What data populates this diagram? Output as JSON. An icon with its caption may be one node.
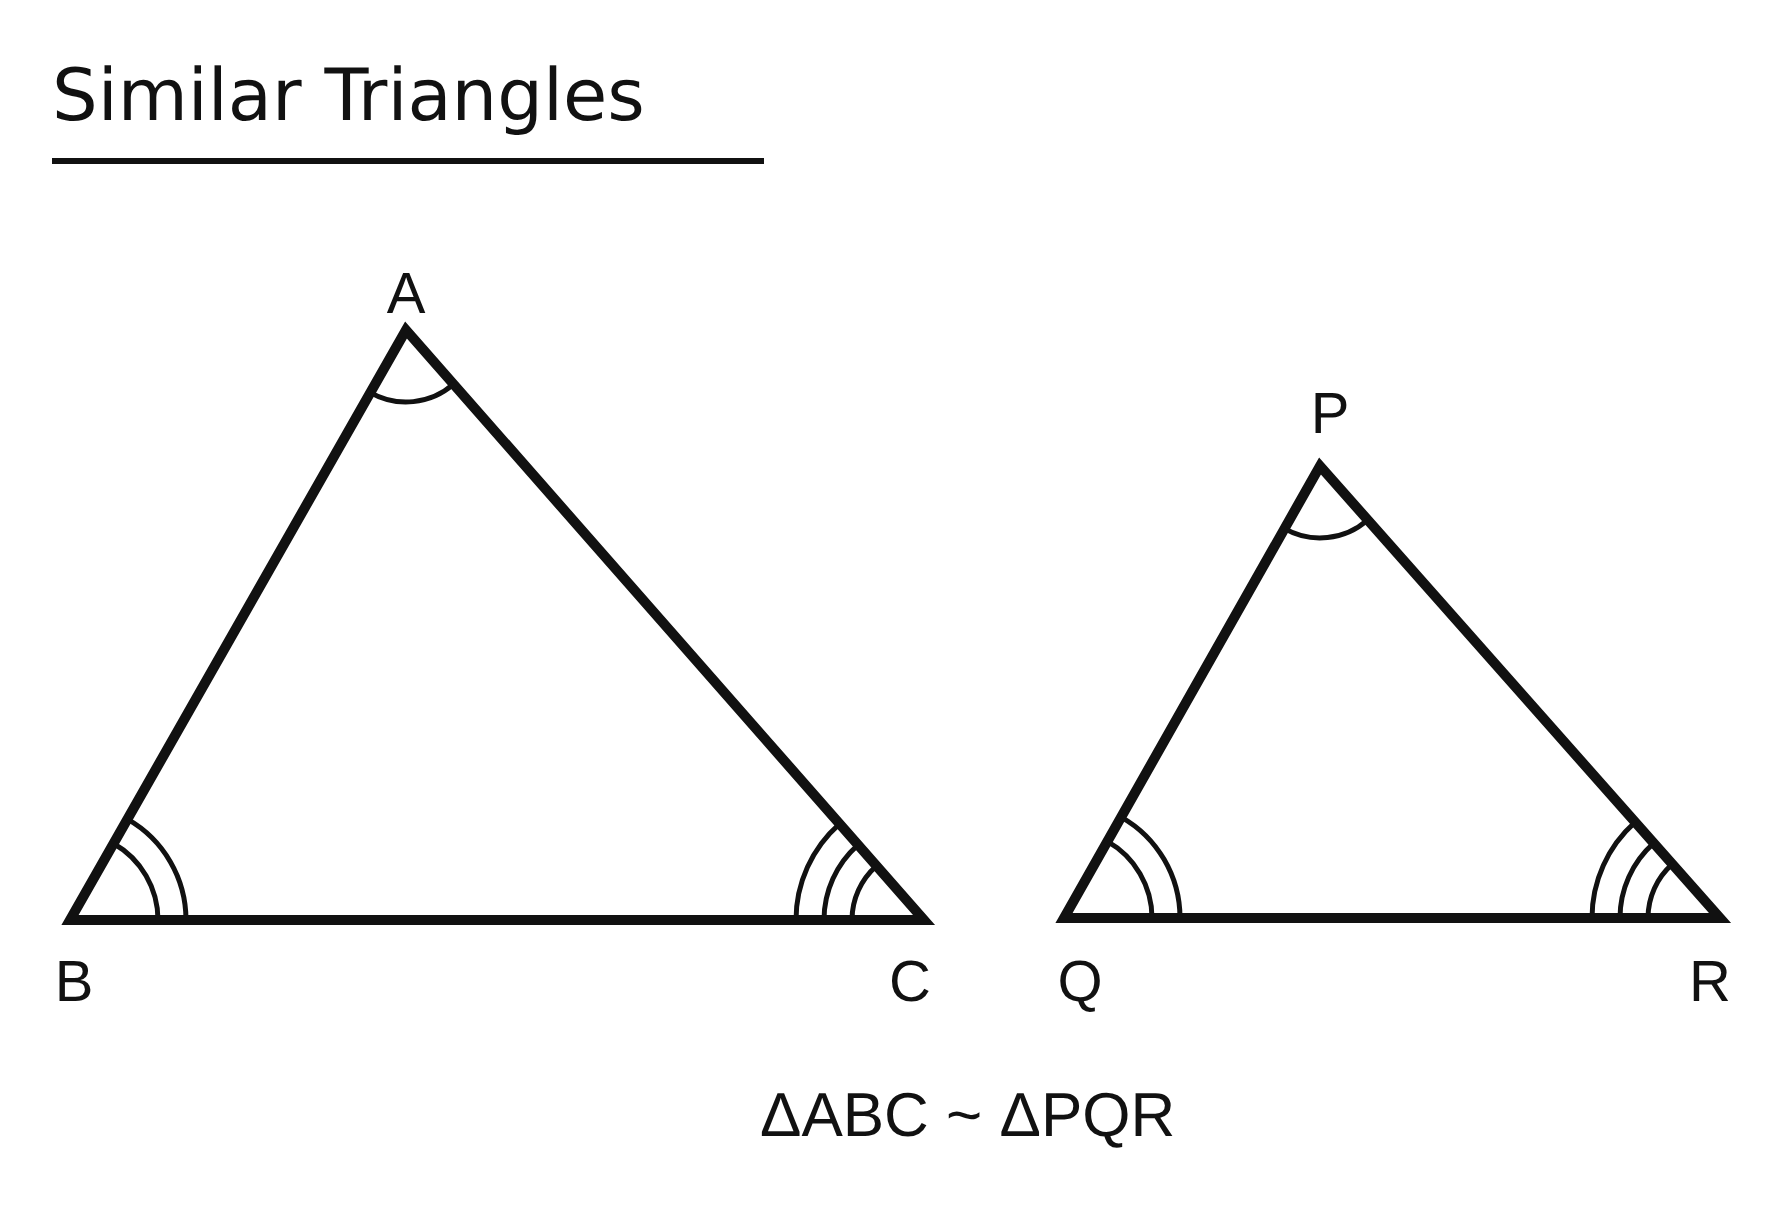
{
  "diagram": {
    "title": "Similar Triangles",
    "caption": "ΔABC ~ ΔPQR",
    "labels": [
      "A",
      "P",
      "B",
      "C",
      "Q",
      "R"
    ]
  }
}
